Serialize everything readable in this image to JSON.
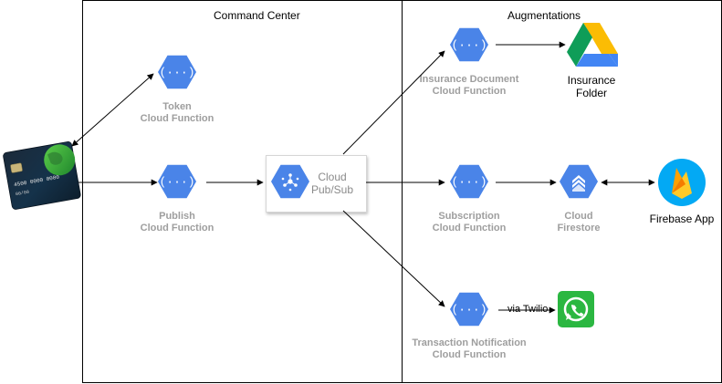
{
  "sections": {
    "command_center": "Command Center",
    "augmentations": "Augmentations"
  },
  "nodes": {
    "token_fn": {
      "line1": "Token",
      "line2": "Cloud Function"
    },
    "publish_fn": {
      "line1": "Publish",
      "line2": "Cloud Function"
    },
    "pubsub": {
      "line1": "Cloud",
      "line2": "Pub/Sub"
    },
    "insurance_fn": {
      "line1": "Insurance Document",
      "line2": "Cloud Function"
    },
    "insurance_folder": {
      "line1": "Insurance",
      "line2": "Folder"
    },
    "subscription_fn": {
      "line1": "Subscription",
      "line2": "Cloud Function"
    },
    "firestore": {
      "line1": "Cloud",
      "line2": "Firestore"
    },
    "firebase_app": {
      "label": "Firebase App"
    },
    "notification_fn": {
      "line1": "Transaction Notification",
      "line2": "Cloud Function"
    }
  },
  "edges": {
    "via_twilio": "via Twilio"
  },
  "card": {
    "number": "4500 0000 0000",
    "expiry": "00/00"
  },
  "colors": {
    "gcp_blue": "#4a84e8",
    "label_gray": "#9e9e9e",
    "whatsapp_green": "#2bb741",
    "firebase_yellow": "#ffca28",
    "firebase_bg": "#03a9f4",
    "firestore_blue": "#4a84e8"
  }
}
